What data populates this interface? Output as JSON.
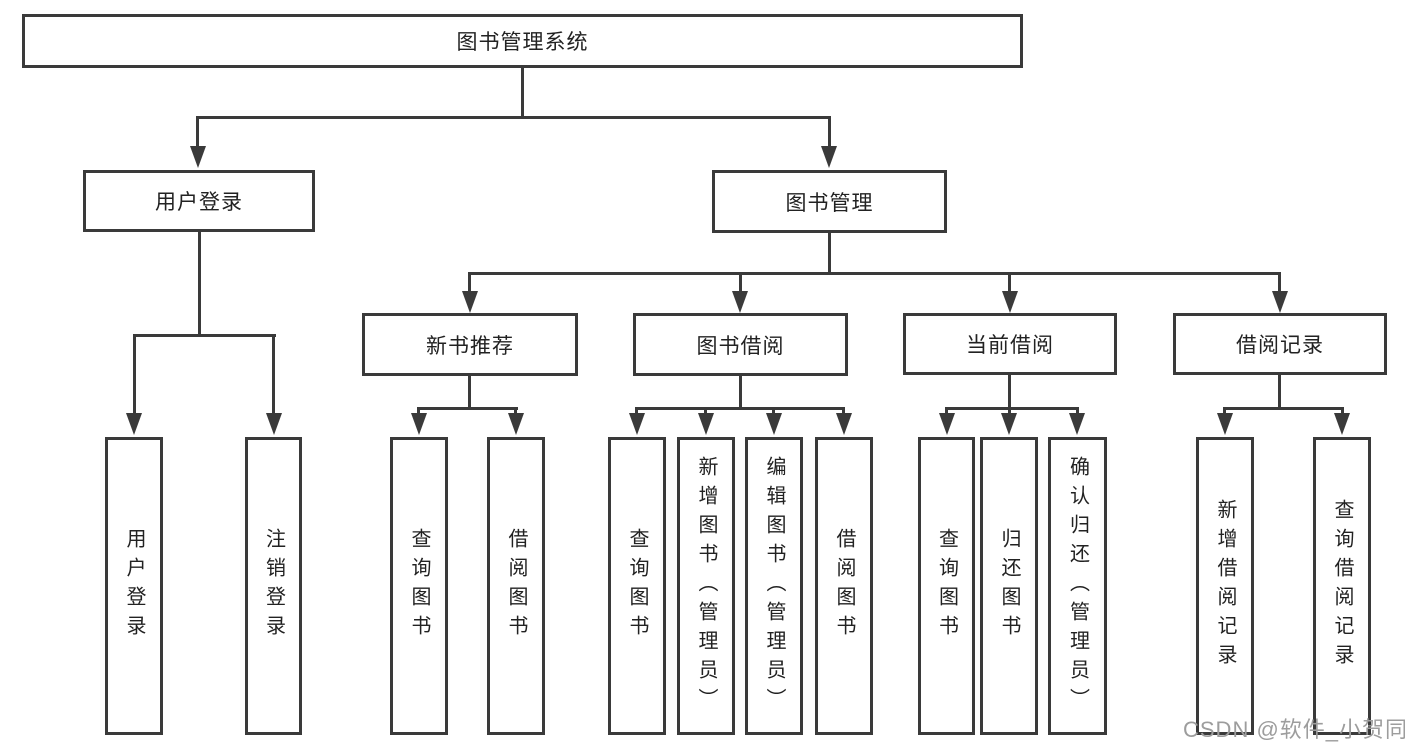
{
  "nodes": {
    "root": "图书管理系统",
    "user_login": "用户登录",
    "book_mgmt": "图书管理",
    "new_book_rec": "新书推荐",
    "book_borrow": "图书借阅",
    "current_borrow": "当前借阅",
    "borrow_record": "借阅记录"
  },
  "leaves": {
    "user_login": "用户登录",
    "logout": "注销登录",
    "query_book_1": "查询图书",
    "borrow_book_1": "借阅图书",
    "query_book_2": "查询图书",
    "add_book_admin": "新增图书（管理员）",
    "edit_book_admin": "编辑图书（管理员）",
    "borrow_book_2": "借阅图书",
    "query_book_3": "查询图书",
    "return_book": "归还图书",
    "confirm_return_admin": "确认归还（管理员）",
    "add_borrow_record": "新增借阅记录",
    "query_borrow_record": "查询借阅记录"
  },
  "watermark": "CSDN @软件_小贺同学",
  "colors": {
    "line": "#3a3a3a",
    "text": "#222222",
    "background": "#ffffff",
    "watermark": "#9d9d9d"
  }
}
